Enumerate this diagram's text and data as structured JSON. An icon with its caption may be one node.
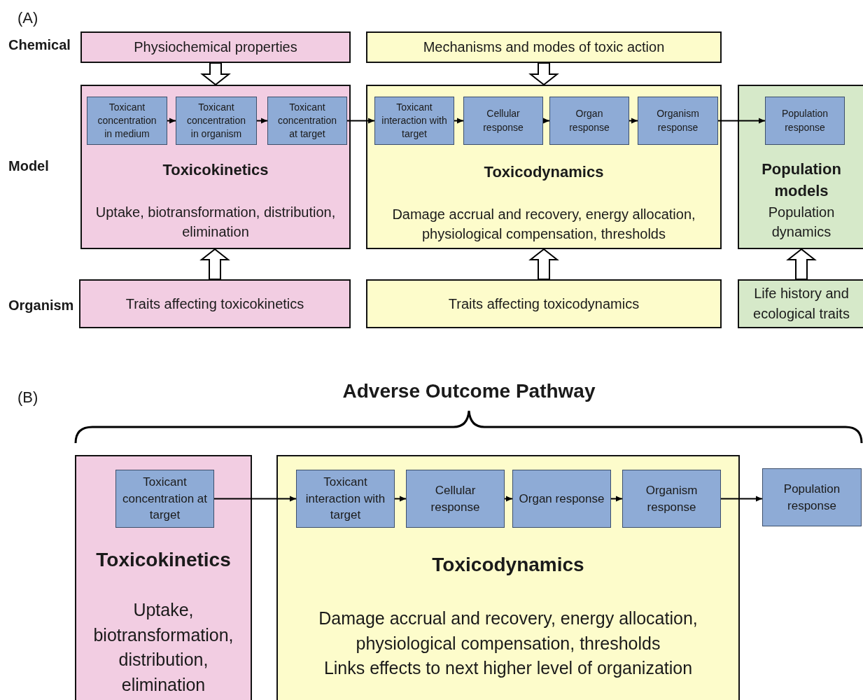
{
  "diagram": {
    "nodes": [
      {
        "text": [
          "Physiochemical properties"
        ]
      },
      {
        "text": [
          "Mechanisms and modes of toxic action"
        ]
      },
      {
        "text": [
          "Toxicokinetics",
          "Uptake, biotransformation, distribution, elimination"
        ]
      },
      {
        "text": [
          "Toxicant concentration in medium"
        ],
        "in": 2
      },
      {
        "text": [
          "Toxicant concentration in organism"
        ],
        "in": 2
      },
      {
        "text": [
          "Toxicant concentration at target"
        ],
        "in": 2
      },
      {
        "text": [
          "Toxicodynamics",
          "Damage accrual and recovery, energy allocation, physiological compensation, thresholds"
        ]
      },
      {
        "text": [
          "Toxicant interaction with target"
        ],
        "in": 6
      },
      {
        "text": [
          "Cellular response"
        ],
        "in": 6
      },
      {
        "text": [
          "Organ response"
        ],
        "in": 6
      },
      {
        "text": [
          "Organism response"
        ],
        "in": 6
      },
      {
        "text": [
          "Population models",
          "Population dynamics"
        ]
      },
      {
        "text": [
          "Population response"
        ],
        "in": 11
      },
      {
        "text": [
          "Traits affecting toxicokinetics"
        ]
      },
      {
        "text": [
          "Traits affecting toxicodynamics"
        ]
      },
      {
        "text": [
          "Life history and ecological traits"
        ]
      },
      {
        "text": [
          "Toxicokinetics",
          "Uptake, biotransformation, distribution, elimination"
        ]
      },
      {
        "text": [
          "Toxicant concentration at target"
        ],
        "in": 16
      },
      {
        "text": [
          "Toxicodynamics",
          "Damage accrual and recovery, energy allocation, physiological compensation, thresholds",
          "Links effects to next higher level of organization"
        ]
      },
      {
        "text": [
          "Toxicant interaction with target"
        ],
        "in": 18
      },
      {
        "text": [
          "Cellular response"
        ],
        "in": 18
      },
      {
        "text": [
          "Organ response"
        ],
        "in": 18
      },
      {
        "text": [
          "Organism response"
        ],
        "in": 18
      },
      {
        "text": [
          "Population response"
        ]
      }
    ],
    "edges": [
      {
        "from": 3,
        "to": 4,
        "arrow": "to"
      },
      {
        "from": 4,
        "to": 5,
        "arrow": "to"
      },
      {
        "from": 5,
        "to": 7,
        "arrow": "to"
      },
      {
        "from": 7,
        "to": 8,
        "arrow": "to"
      },
      {
        "from": 8,
        "to": 9,
        "arrow": "to"
      },
      {
        "from": 9,
        "to": 10,
        "arrow": "to"
      },
      {
        "from": 10,
        "to": 12,
        "arrow": "to"
      },
      {
        "from": 0,
        "to": 2,
        "arrow": "to",
        "style": "thick"
      },
      {
        "from": 1,
        "to": 6,
        "arrow": "to",
        "style": "thick"
      },
      {
        "from": 13,
        "to": 2,
        "arrow": "to",
        "style": "thick"
      },
      {
        "from": 14,
        "to": 6,
        "arrow": "to",
        "style": "thick"
      },
      {
        "from": 15,
        "to": 11,
        "arrow": "to",
        "style": "thick"
      },
      {
        "from": 17,
        "to": 19,
        "arrow": "to"
      },
      {
        "from": 19,
        "to": 20,
        "arrow": "to"
      },
      {
        "from": 20,
        "to": 21,
        "arrow": "to"
      },
      {
        "from": 21,
        "to": 22,
        "arrow": "to"
      },
      {
        "from": 22,
        "to": 23,
        "arrow": "to"
      }
    ],
    "labels": [
      "(A)",
      "Chemical",
      "Model",
      "Organism",
      "(B)",
      "Adverse Outcome Pathway"
    ]
  }
}
